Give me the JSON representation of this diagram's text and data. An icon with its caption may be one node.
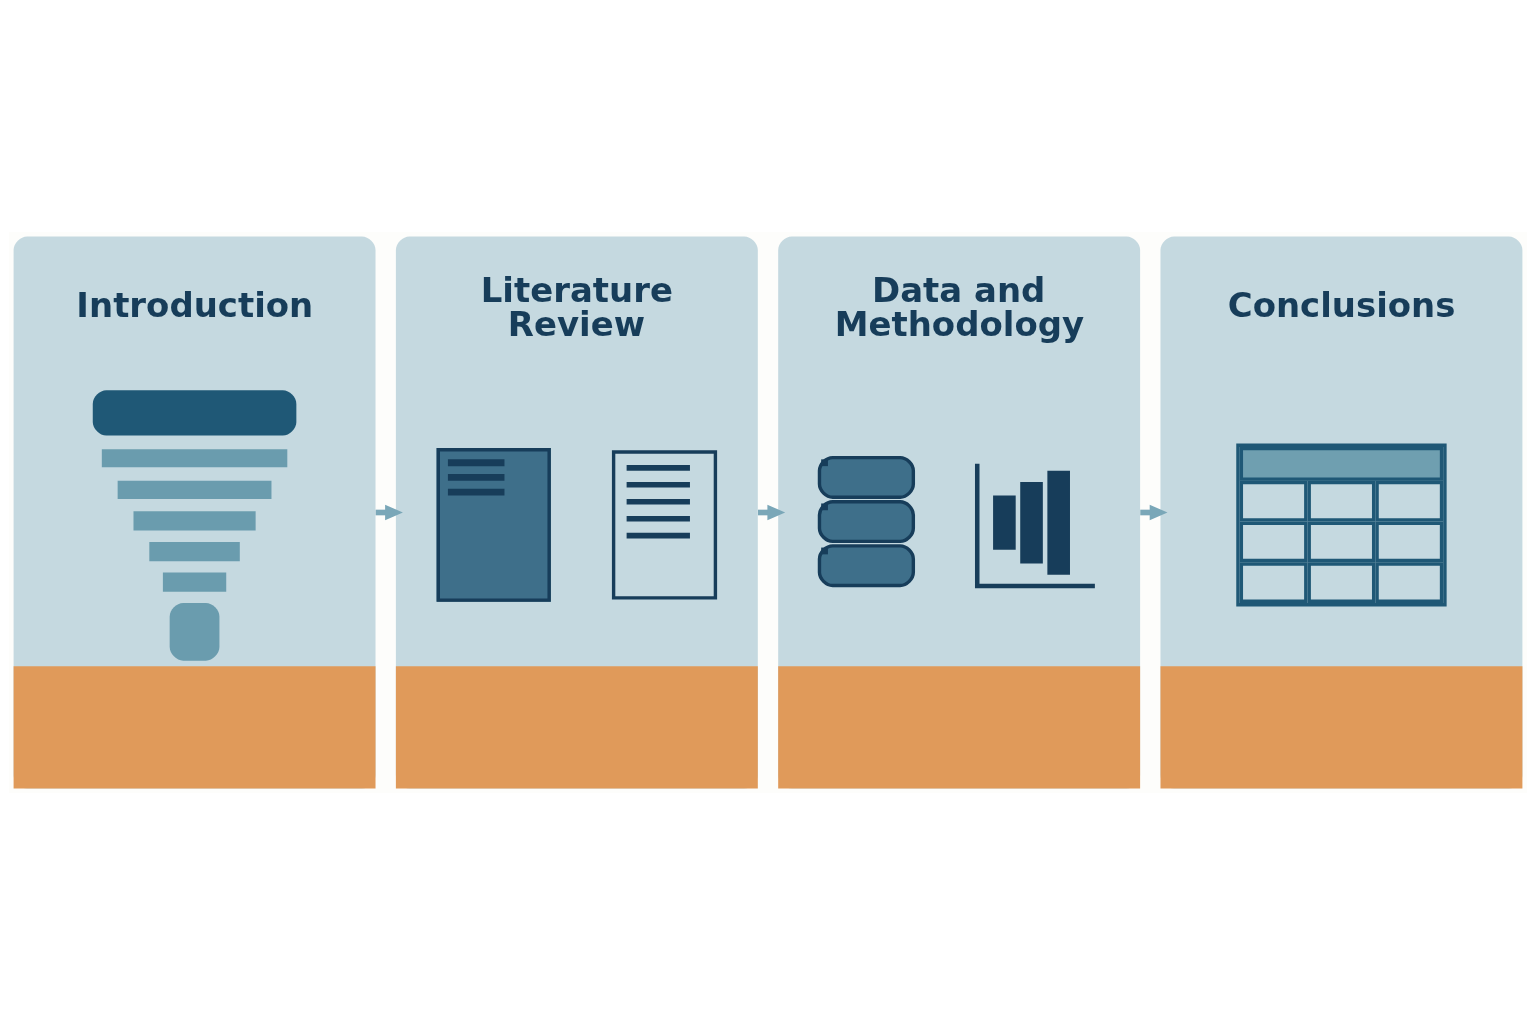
{
  "diagram": {
    "nodes": [
      {
        "text": [
          "Introduction"
        ]
      },
      {
        "text": [
          "Literature Review"
        ]
      },
      {
        "text": [
          "Data and Methodology"
        ]
      },
      {
        "text": [
          "Conclusions"
        ]
      }
    ],
    "edges": [
      {
        "from": 0,
        "to": 1,
        "arrow": "to"
      },
      {
        "from": 1,
        "to": 2,
        "arrow": "to"
      },
      {
        "from": 2,
        "to": 3,
        "arrow": "to"
      }
    ]
  }
}
